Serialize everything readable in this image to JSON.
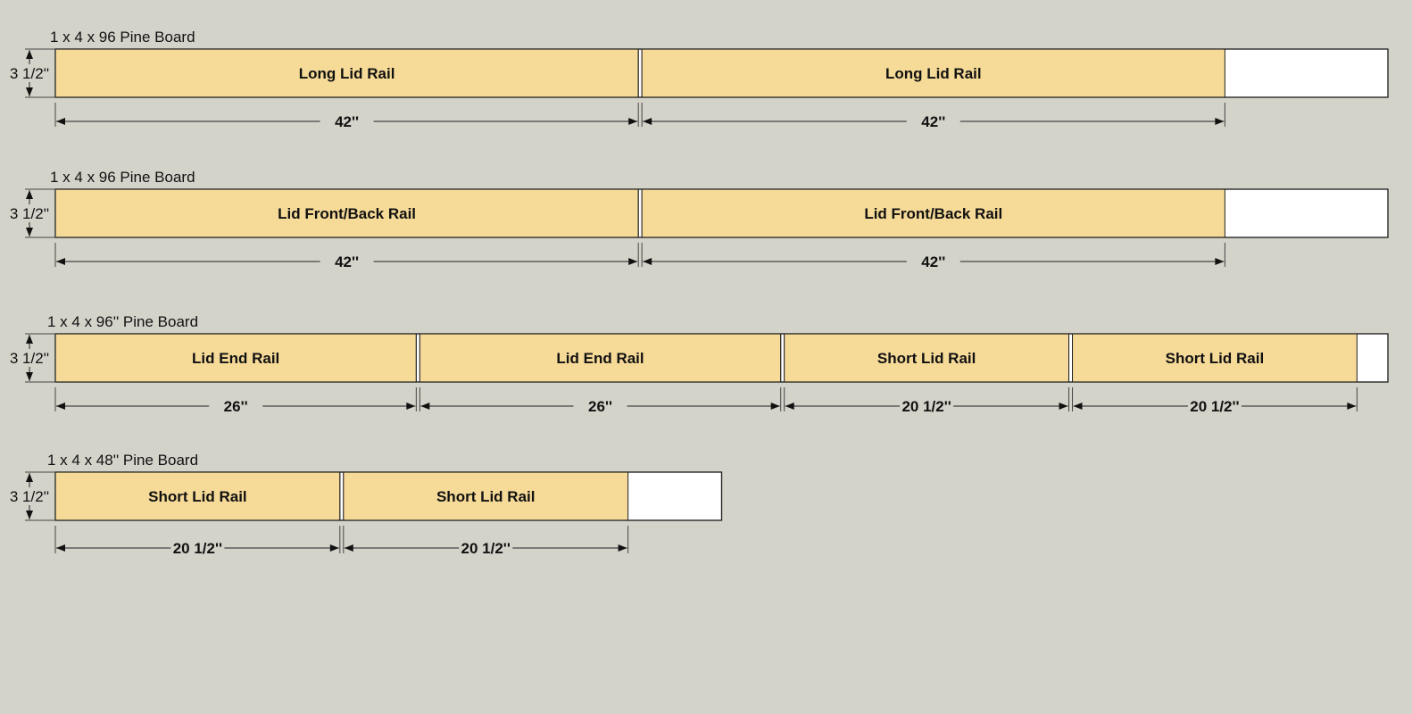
{
  "colors": {
    "background": "#d4d3ca",
    "piece_fill": "#f6da98",
    "waste_fill": "#ffffff",
    "line": "#222222"
  },
  "boards": [
    {
      "title": "1 x 4 x 96 Pine Board",
      "length_in": 96,
      "width_label": "3 1/2''",
      "pieces": [
        {
          "label": "Long Lid Rail",
          "length_in": 42,
          "dim_label": "42''"
        },
        {
          "label": "Long Lid Rail",
          "length_in": 42,
          "dim_label": "42''"
        }
      ]
    },
    {
      "title": "1 x 4 x 96 Pine Board",
      "length_in": 96,
      "width_label": "3 1/2''",
      "pieces": [
        {
          "label": "Lid Front/Back Rail",
          "length_in": 42,
          "dim_label": "42''"
        },
        {
          "label": "Lid Front/Back Rail",
          "length_in": 42,
          "dim_label": "42''"
        }
      ]
    },
    {
      "title": "1 x 4 x 96'' Pine Board",
      "length_in": 96,
      "width_label": "3 1/2''",
      "pieces": [
        {
          "label": "Lid End Rail",
          "length_in": 26,
          "dim_label": "26''"
        },
        {
          "label": "Lid End Rail",
          "length_in": 26,
          "dim_label": "26''"
        },
        {
          "label": "Short Lid Rail",
          "length_in": 20.5,
          "dim_label": "20 1/2''"
        },
        {
          "label": "Short Lid Rail",
          "length_in": 20.5,
          "dim_label": "20 1/2''"
        }
      ]
    },
    {
      "title": "1 x 4 x 48'' Pine Board",
      "length_in": 48,
      "width_label": "3 1/2''",
      "pieces": [
        {
          "label": "Short Lid Rail",
          "length_in": 20.5,
          "dim_label": "20 1/2''"
        },
        {
          "label": "Short Lid Rail",
          "length_in": 20.5,
          "dim_label": "20 1/2''"
        }
      ]
    }
  ]
}
